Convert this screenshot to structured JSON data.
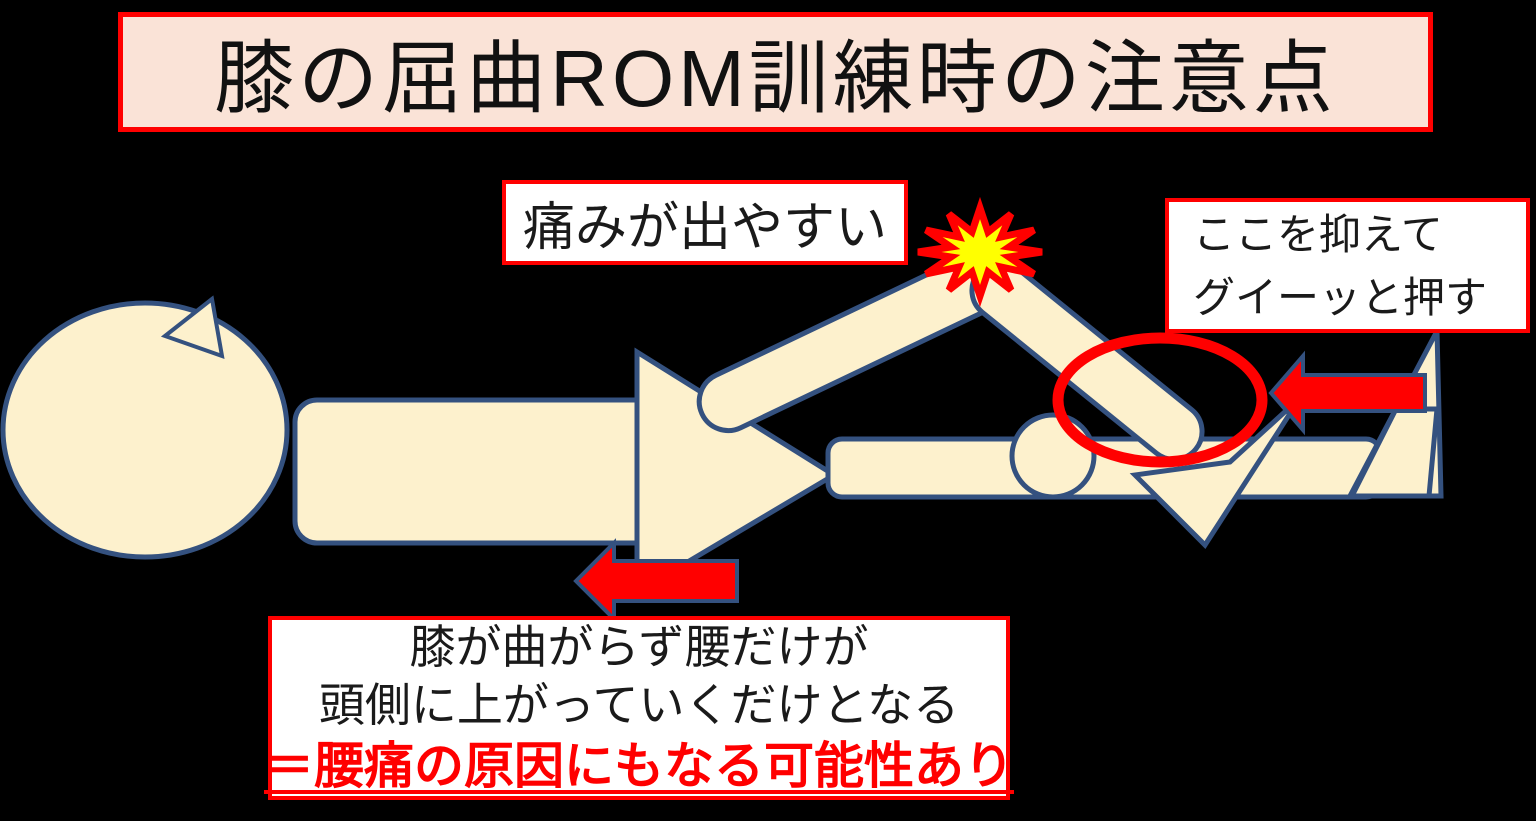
{
  "title": "膝の屈曲ROM訓練時の注意点",
  "annotations": {
    "pain_label": "痛みが出やすい",
    "press_label_line1": "ここを抑えて",
    "press_label_line2": "グイーッと押す",
    "warning_line1": "膝が曲がらず腰だけが",
    "warning_line2": "頭側に上がっていくだけとなる",
    "warning_line3": "＝腰痛の原因にもなる可能性あり"
  },
  "figure": {
    "subject": "supine-patient-knee-flexion",
    "pain_point": "knee-burst",
    "press_point": "shin-circled",
    "push_direction": "left-toward-hip",
    "compensation_direction": "pelvis-shifts-toward-head"
  },
  "colors": {
    "background": "#000000",
    "title_bg": "#fae3d7",
    "annotation_border": "#ff0000",
    "body_fill": "#fdf1cd",
    "body_outline": "#34517f",
    "arrow_fill": "#ff0000",
    "burst_fill": "#ffff00",
    "burst_outline": "#ff0000",
    "press_ellipse": "#ff0000",
    "warning_text": "#ff0000"
  }
}
